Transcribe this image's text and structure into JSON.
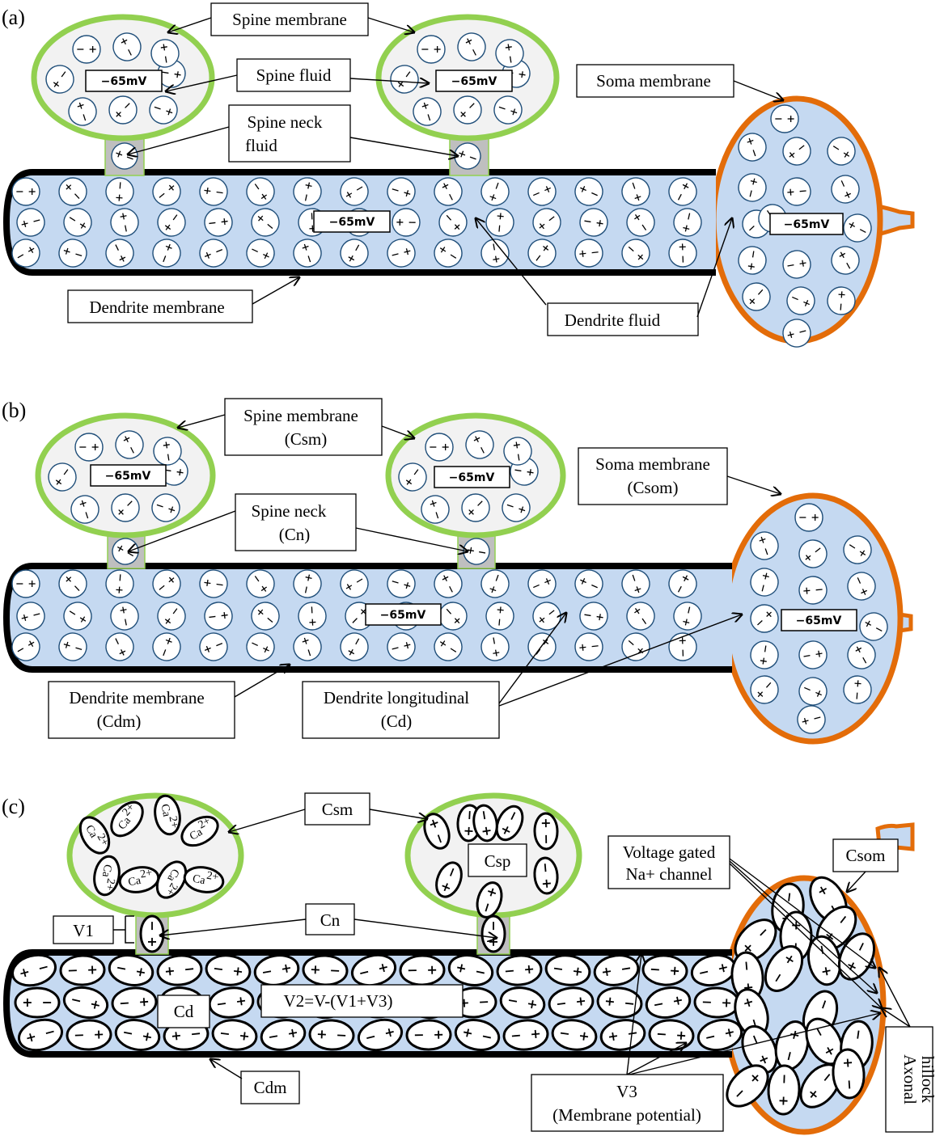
{
  "colors": {
    "fluid": "#c5d9f1",
    "spine_membrane": "#92d050",
    "soma_membrane": "#e36c09",
    "dendrite_membrane": "#000000",
    "neck": "#bfbfbf",
    "ion_outline": "#1f4e79",
    "spine_fill": "#f2f2f2"
  },
  "panels": {
    "a": {
      "label": "(a)",
      "voltage": "−65mV",
      "labels": {
        "spine_membrane": "Spine membrane",
        "spine_fluid": "Spine fluid",
        "spine_neck_fluid_1": "Spine neck",
        "spine_neck_fluid_2": "fluid",
        "soma_membrane": "Soma membrane",
        "dendrite_membrane": "Dendrite membrane",
        "dendrite_fluid": "Dendrite fluid"
      }
    },
    "b": {
      "label": "(b)",
      "voltage": "−65mV",
      "labels": {
        "spine_membrane_1": "Spine membrane",
        "spine_membrane_2": "(Csm)",
        "spine_neck_1": "Spine neck",
        "spine_neck_2": "(Cn)",
        "soma_membrane_1": "Soma membrane",
        "soma_membrane_2": "(Csom)",
        "dendrite_membrane_1": "Dendrite membrane",
        "dendrite_membrane_2": "(Cdm)",
        "dendrite_longitudinal_1": "Dendrite longitudinal",
        "dendrite_longitudinal_2": "(Cd)"
      }
    },
    "c": {
      "label": "(c)",
      "ion_label": "Ca",
      "ion_charge": "2+",
      "labels": {
        "csm": "Csm",
        "csp": "Csp",
        "cn": "Cn",
        "v1": "V1",
        "cd": "Cd",
        "v2": "V2=V-(V1+V3)",
        "cdm": "Cdm",
        "csom": "Csom",
        "na_channel_1": "Voltage gated",
        "na_channel_2": "Na+ channel",
        "axonal_1": "Axonal",
        "axonal_2": "hillock",
        "v3_1": "V3",
        "v3_2": "(Membrane potential)"
      }
    }
  }
}
